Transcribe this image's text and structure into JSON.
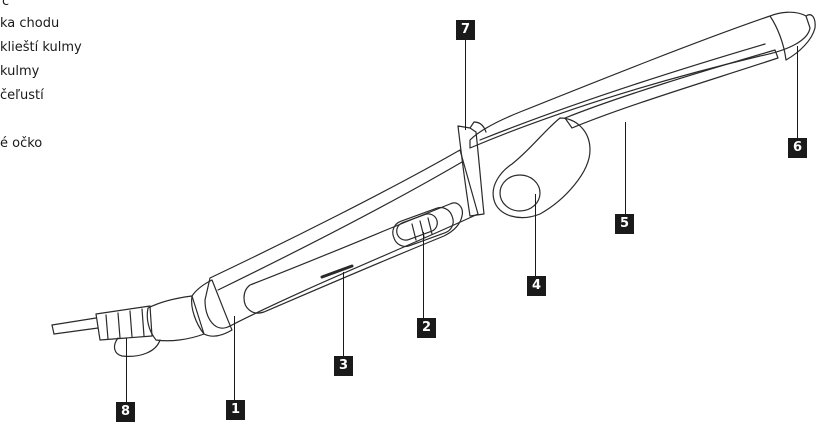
{
  "legend": [
    "c",
    "ka chodu",
    "klieští kulmy",
    "kulmy",
    "čeľustí",
    "é očko"
  ],
  "callouts": [
    "1",
    "2",
    "3",
    "4",
    "5",
    "6",
    "7",
    "8"
  ],
  "colors": {
    "stroke": "#2a2a2a",
    "tag_bg": "#1a1a1a",
    "tag_text": "#ffffff"
  }
}
